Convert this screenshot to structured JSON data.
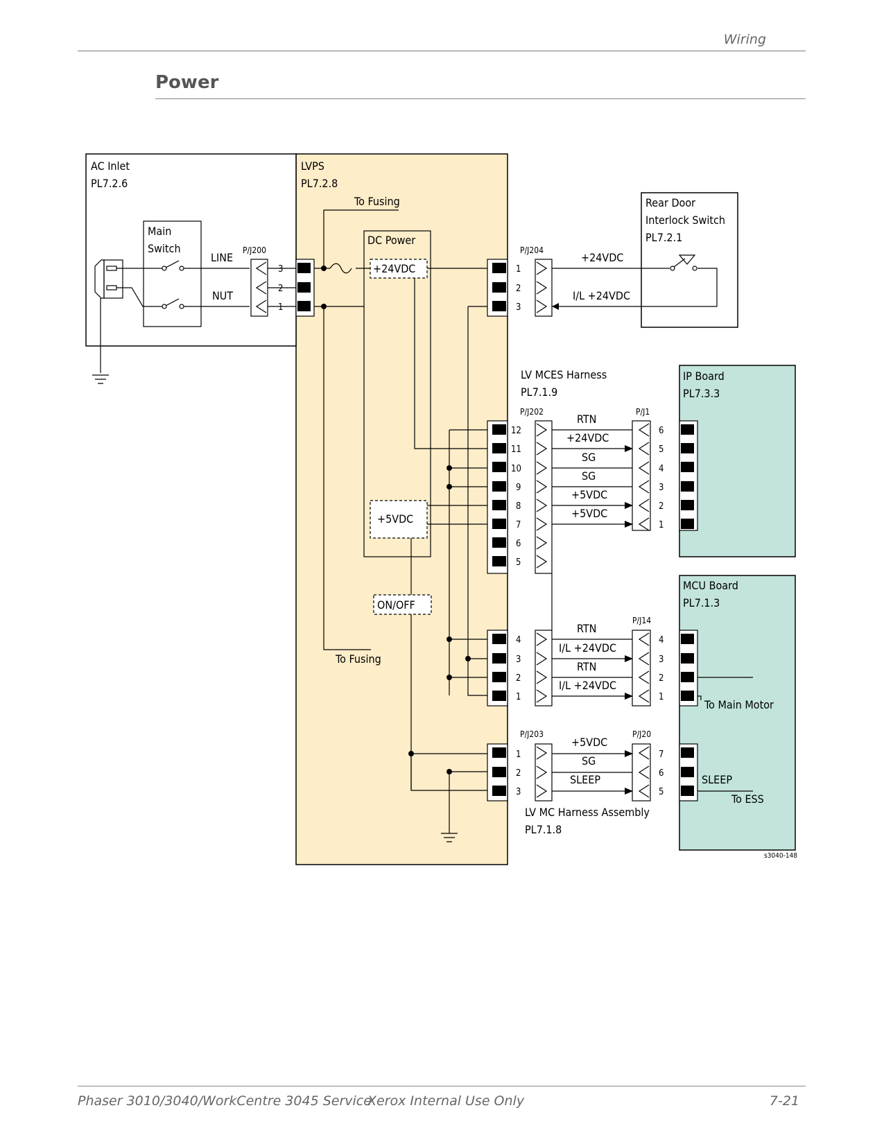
{
  "header": {
    "section": "Wiring",
    "title": "Power"
  },
  "footer": {
    "product": "Phaser 3010/3040/WorkCentre 3045 Service",
    "notice": "Xerox Internal Use Only",
    "page": "7-21"
  },
  "diagram": {
    "ac_inlet": {
      "name": "AC Inlet",
      "pl": "PL7.2.6"
    },
    "main_switch": {
      "line1": "Main",
      "line2": "Switch"
    },
    "lvps": {
      "name": "LVPS",
      "pl": "PL7.2.8"
    },
    "dc_power": "DC Power",
    "to_fusing_top": "To Fusing",
    "to_fusing_bottom": "To Fusing",
    "v24_box": "+24VDC",
    "v5_box": "+5VDC",
    "onoff_box": "ON/OFF",
    "pj200": {
      "name": "P/J200",
      "pins": [
        "3",
        "2",
        "1"
      ],
      "wires": [
        "LINE",
        "NUT"
      ]
    },
    "pj204": {
      "name": "P/J204",
      "pins": [
        "1",
        "2",
        "3"
      ],
      "wires": [
        "+24VDC",
        "I/L +24VDC"
      ]
    },
    "rear_door": {
      "line1": "Rear Door",
      "line2": "Interlock Switch",
      "pl": "PL7.2.1"
    },
    "mces": {
      "name": "LV MCES Harness",
      "pl": "PL7.1.9"
    },
    "ip_board": {
      "name": "IP Board",
      "pl": "PL7.3.3"
    },
    "pj202": {
      "name": "P/J202",
      "pins": [
        "12",
        "11",
        "10",
        "9",
        "8",
        "7",
        "6",
        "5"
      ],
      "lower_pins": [
        "4",
        "3",
        "2",
        "1"
      ]
    },
    "pj1": {
      "name": "P/J1",
      "pins": [
        "6",
        "5",
        "4",
        "3",
        "2",
        "1"
      ],
      "wires": [
        "RTN",
        "+24VDC",
        "SG",
        "SG",
        "+5VDC",
        "+5VDC"
      ]
    },
    "mcu_board": {
      "name": "MCU Board",
      "pl": "PL7.1.3"
    },
    "pj14": {
      "name": "P/J14",
      "pins": [
        "4",
        "3",
        "2",
        "1"
      ],
      "wires": [
        "RTN",
        "I/L +24VDC",
        "RTN",
        "I/L +24VDC"
      ]
    },
    "to_main_motor": "To Main Motor",
    "pj203": {
      "name": "P/J203",
      "pins": [
        "1",
        "2",
        "3"
      ]
    },
    "pj20": {
      "name": "P/J20",
      "pins": [
        "7",
        "6",
        "5"
      ],
      "wires": [
        "+5VDC",
        "SG",
        "SLEEP"
      ]
    },
    "mc_harness": {
      "name": "LV MC Harness Assembly",
      "pl": "PL7.1.8"
    },
    "sleep_label": "SLEEP",
    "to_ess": "To ESS",
    "figure_id": "s3040-148"
  }
}
